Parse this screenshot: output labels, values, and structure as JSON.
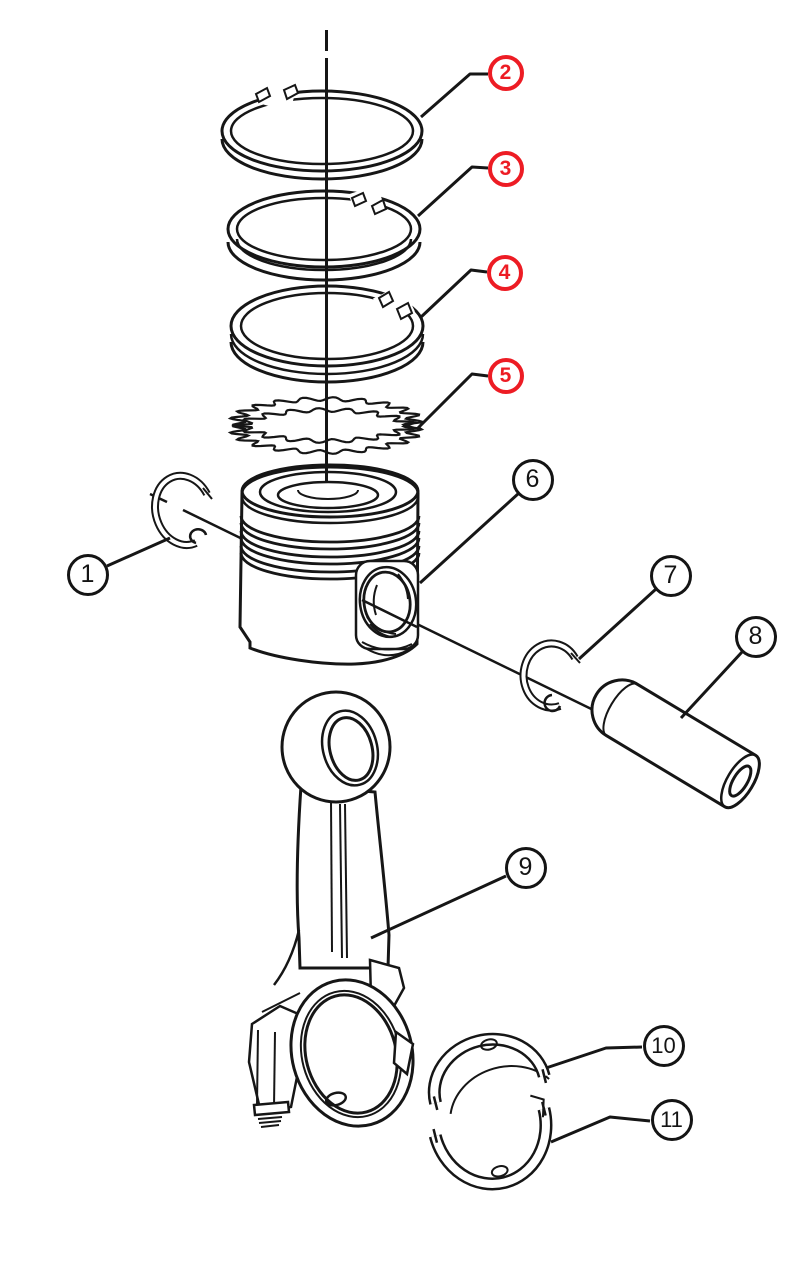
{
  "figure": {
    "kind": "exploded-parts-diagram",
    "background_color": "#ffffff",
    "line_color": "#161616",
    "highlight_color": "#ed1c24",
    "callouts": [
      {
        "label": "1",
        "style": "black"
      },
      {
        "label": "2",
        "style": "red"
      },
      {
        "label": "3",
        "style": "red"
      },
      {
        "label": "4",
        "style": "red"
      },
      {
        "label": "5",
        "style": "red"
      },
      {
        "label": "6",
        "style": "black"
      },
      {
        "label": "7",
        "style": "black"
      },
      {
        "label": "8",
        "style": "black"
      },
      {
        "label": "9",
        "style": "black"
      },
      {
        "label": "10",
        "style": "black"
      },
      {
        "label": "11",
        "style": "black"
      }
    ]
  }
}
